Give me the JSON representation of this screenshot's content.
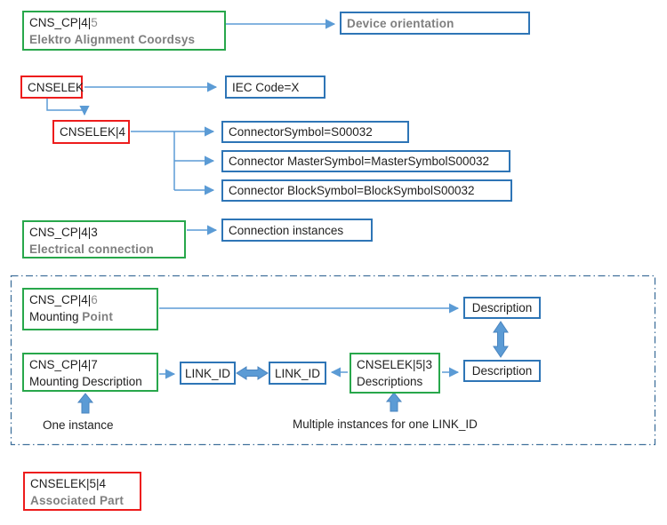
{
  "nodes": {
    "coordsys": {
      "title": "CNS_CP|4|",
      "title_dim": "5",
      "sub_gray": "Elektro Alignment Coordsys"
    },
    "device_orientation": {
      "label": "Device orientation"
    },
    "cnselek": {
      "label": "CNSELEK"
    },
    "iec_code": {
      "label": "IEC Code=X"
    },
    "cnselek4": {
      "label": "CNSELEK|4"
    },
    "connector_symbol": {
      "label": "ConnectorSymbol=S00032"
    },
    "connector_master_symbol": {
      "label": "Connector MasterSymbol=MasterSymbolS00032"
    },
    "connector_block_symbol": {
      "label": "Connector BlockSymbol=BlockSymbolS00032"
    },
    "electrical_connection": {
      "title": "CNS_CP|4|3",
      "sub_gray": "Electrical connection"
    },
    "connection_instances": {
      "label": "Connection instances"
    },
    "mounting_point": {
      "title": "CNS_CP|4|",
      "title_dim": "6",
      "sub_plain": "Mounting ",
      "sub_gray": "Point"
    },
    "mounting_description": {
      "title": "CNS_CP|4|7",
      "sub_plain": "Mounting Description"
    },
    "link_id_left": {
      "label": "LINK_ID"
    },
    "link_id_right": {
      "label": "LINK_ID"
    },
    "descriptions": {
      "title": "CNSELEK|5|3",
      "sub_plain": "Descriptions"
    },
    "description_top": {
      "label": "Description"
    },
    "description_bottom": {
      "label": "Description"
    },
    "associated_part": {
      "title": "CNSELEK|5|4",
      "sub_gray": "Associated Part"
    }
  },
  "captions": {
    "one_instance": "One instance",
    "multiple_instances": "Multiple instances for one LINK_ID"
  },
  "colors": {
    "green_border": "#28a74b",
    "red_border": "#ed1c1c",
    "blue_border": "#2e75b6",
    "arrow_blue": "#5b9bd5",
    "thick_arrow_fill": "#5b9bd5",
    "dashed_frame": "#41719c",
    "gray_text": "#7f7f7f"
  }
}
